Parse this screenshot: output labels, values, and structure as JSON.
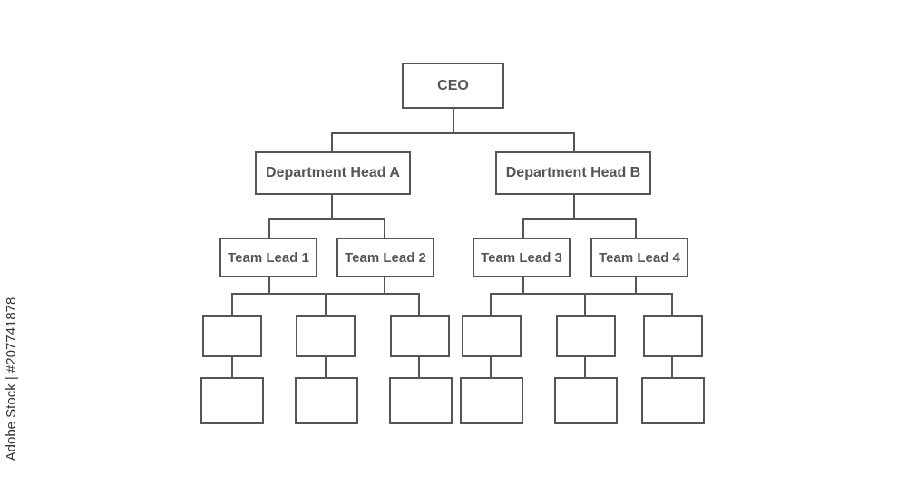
{
  "diagram": {
    "type": "org-chart",
    "line_color": "#555555",
    "nodes": {
      "ceo": "CEO",
      "department_head_a": "Department Head A",
      "department_head_b": "Department Head B",
      "team_lead_1": "Team Lead 1",
      "team_lead_2": "Team Lead 2",
      "team_lead_3": "Team Lead 3",
      "team_lead_4": "Team Lead 4"
    },
    "empty_box_count": 12
  },
  "watermark": {
    "text": "Adobe Stock | #207741878"
  }
}
